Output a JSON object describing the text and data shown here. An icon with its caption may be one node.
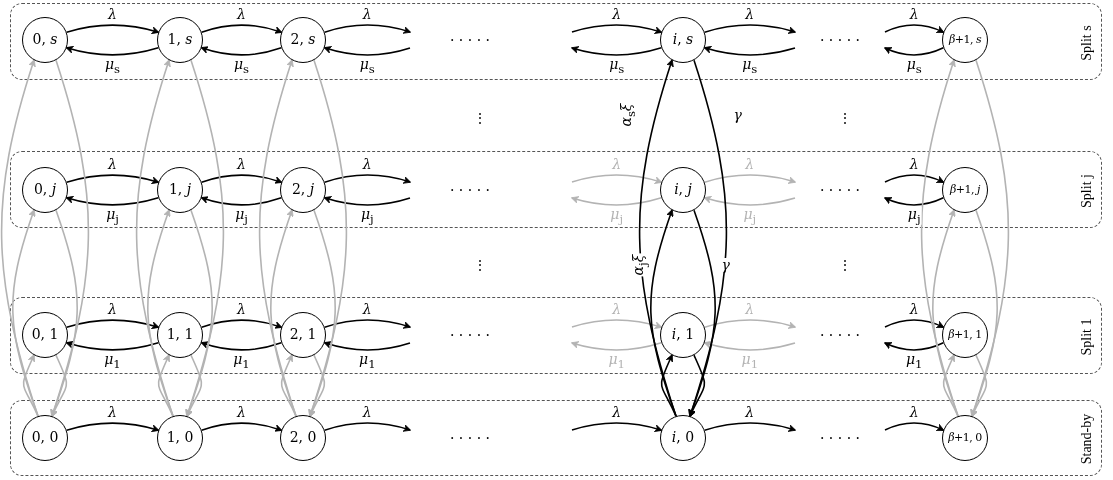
{
  "diagram": {
    "nodes": [
      {
        "text": [
          "Split s"
        ]
      },
      {
        "text": [
          "Split j"
        ]
      },
      {
        "text": [
          "Split 1"
        ]
      },
      {
        "text": [
          "Stand-by"
        ]
      },
      {
        "text": [
          "0, *s*"
        ],
        "in": 0
      },
      {
        "text": [
          "1, *s*"
        ],
        "in": 0
      },
      {
        "text": [
          "2, *s*"
        ],
        "in": 0
      },
      {
        "text": [
          "*i*, *s*"
        ],
        "in": 0
      },
      {
        "text": [
          "*β*+1, *s*"
        ],
        "in": 0
      },
      {
        "text": [
          "0, *j*"
        ],
        "in": 1
      },
      {
        "text": [
          "1, *j*"
        ],
        "in": 1
      },
      {
        "text": [
          "2, *j*"
        ],
        "in": 1
      },
      {
        "text": [
          "*i*, *j*"
        ],
        "in": 1
      },
      {
        "text": [
          "*β*+1, *j*"
        ],
        "in": 1
      },
      {
        "text": [
          "0, 1"
        ],
        "in": 2
      },
      {
        "text": [
          "1, 1"
        ],
        "in": 2
      },
      {
        "text": [
          "2, 1"
        ],
        "in": 2
      },
      {
        "text": [
          "*i*, 1"
        ],
        "in": 2
      },
      {
        "text": [
          "*β*+1, 1"
        ],
        "in": 2
      },
      {
        "text": [
          "0, 0"
        ],
        "in": 3
      },
      {
        "text": [
          "1, 0"
        ],
        "in": 3
      },
      {
        "text": [
          "2, 0"
        ],
        "in": 3
      },
      {
        "text": [
          "*i*, 0"
        ],
        "in": 3
      },
      {
        "text": [
          "*β*+1, 0"
        ],
        "in": 3
      }
    ],
    "edges": [
      {
        "from": 4,
        "to": 5,
        "arrow": "to",
        "label": "*λ*"
      },
      {
        "from": 5,
        "to": 4,
        "arrow": "to",
        "label": "*μ*$_{s}$"
      },
      {
        "from": 5,
        "to": 6,
        "arrow": "to",
        "label": "*λ*"
      },
      {
        "from": 6,
        "to": 5,
        "arrow": "to",
        "label": "*μ*$_{s}$"
      },
      {
        "from": 6,
        "to": null,
        "arrow": "to",
        "label": "*λ*"
      },
      {
        "from": null,
        "to": 6,
        "arrow": "to",
        "label": "*μ*$_{s}$"
      },
      {
        "from": null,
        "to": 7,
        "arrow": "to",
        "label": "*λ*"
      },
      {
        "from": 7,
        "to": null,
        "arrow": "to",
        "label": "*μ*$_{s}$"
      },
      {
        "from": 7,
        "to": null,
        "arrow": "to",
        "label": "*λ*"
      },
      {
        "from": null,
        "to": 7,
        "arrow": "to",
        "label": "*μ*$_{s}$"
      },
      {
        "from": null,
        "to": 8,
        "arrow": "to",
        "label": "*λ*"
      },
      {
        "from": 8,
        "to": null,
        "arrow": "to",
        "label": "*μ*$_{s}$"
      },
      {
        "from": 9,
        "to": 10,
        "arrow": "to",
        "label": "*λ*"
      },
      {
        "from": 10,
        "to": 9,
        "arrow": "to",
        "label": "*μ*$_{j}$"
      },
      {
        "from": 10,
        "to": 11,
        "arrow": "to",
        "label": "*λ*"
      },
      {
        "from": 11,
        "to": 10,
        "arrow": "to",
        "label": "*μ*$_{j}$"
      },
      {
        "from": 11,
        "to": null,
        "arrow": "to",
        "label": "*λ*"
      },
      {
        "from": null,
        "to": 11,
        "arrow": "to",
        "label": "*μ*$_{j}$"
      },
      {
        "from": null,
        "to": 12,
        "arrow": "to",
        "label": "*λ*",
        "color": "#b3b3b3"
      },
      {
        "from": 12,
        "to": null,
        "arrow": "to",
        "label": "*μ*$_{j}$",
        "color": "#b3b3b3"
      },
      {
        "from": 12,
        "to": null,
        "arrow": "to",
        "label": "*λ*",
        "color": "#b3b3b3"
      },
      {
        "from": null,
        "to": 12,
        "arrow": "to",
        "label": "*μ*$_{j}$",
        "color": "#b3b3b3"
      },
      {
        "from": null,
        "to": 13,
        "arrow": "to",
        "label": "*λ*"
      },
      {
        "from": 13,
        "to": null,
        "arrow": "to",
        "label": "*μ*$_{j}$"
      },
      {
        "from": 14,
        "to": 15,
        "arrow": "to",
        "label": "*λ*"
      },
      {
        "from": 15,
        "to": 14,
        "arrow": "to",
        "label": "*μ*$_{1}$"
      },
      {
        "from": 15,
        "to": 16,
        "arrow": "to",
        "label": "*λ*"
      },
      {
        "from": 16,
        "to": 15,
        "arrow": "to",
        "label": "*μ*$_{1}$"
      },
      {
        "from": 16,
        "to": null,
        "arrow": "to",
        "label": "*λ*"
      },
      {
        "from": null,
        "to": 16,
        "arrow": "to",
        "label": "*μ*$_{1}$"
      },
      {
        "from": null,
        "to": 17,
        "arrow": "to",
        "label": "*λ*",
        "color": "#b3b3b3"
      },
      {
        "from": 17,
        "to": null,
        "arrow": "to",
        "label": "*μ*$_{1}$",
        "color": "#b3b3b3"
      },
      {
        "from": 17,
        "to": null,
        "arrow": "to",
        "label": "*λ*",
        "color": "#b3b3b3"
      },
      {
        "from": null,
        "to": 17,
        "arrow": "to",
        "label": "*μ*$_{1}$",
        "color": "#b3b3b3"
      },
      {
        "from": null,
        "to": 18,
        "arrow": "to",
        "label": "*λ*"
      },
      {
        "from": 18,
        "to": null,
        "arrow": "to",
        "label": "*μ*$_{1}$"
      },
      {
        "from": 19,
        "to": 20,
        "arrow": "to",
        "label": "*λ*"
      },
      {
        "from": 20,
        "to": 21,
        "arrow": "to",
        "label": "*λ*"
      },
      {
        "from": 21,
        "to": null,
        "arrow": "to",
        "label": "*λ*"
      },
      {
        "from": null,
        "to": 22,
        "arrow": "to",
        "label": "*λ*"
      },
      {
        "from": 22,
        "to": null,
        "arrow": "to",
        "label": "*λ*"
      },
      {
        "from": null,
        "to": 23,
        "arrow": "to",
        "label": "*λ*"
      },
      {
        "from": 19,
        "to": 4,
        "arrow": "to",
        "color": "#b3b3b3"
      },
      {
        "from": 4,
        "to": 19,
        "arrow": "to",
        "color": "#b3b3b3"
      },
      {
        "from": 19,
        "to": 9,
        "arrow": "to",
        "color": "#b3b3b3"
      },
      {
        "from": 9,
        "to": 19,
        "arrow": "to",
        "color": "#b3b3b3"
      },
      {
        "from": 19,
        "to": 14,
        "arrow": "to",
        "color": "#b3b3b3"
      },
      {
        "from": 14,
        "to": 19,
        "arrow": "to",
        "color": "#b3b3b3"
      },
      {
        "from": 20,
        "to": 5,
        "arrow": "to",
        "color": "#b3b3b3"
      },
      {
        "from": 5,
        "to": 20,
        "arrow": "to",
        "color": "#b3b3b3"
      },
      {
        "from": 20,
        "to": 10,
        "arrow": "to",
        "color": "#b3b3b3"
      },
      {
        "from": 10,
        "to": 20,
        "arrow": "to",
        "color": "#b3b3b3"
      },
      {
        "from": 20,
        "to": 15,
        "arrow": "to",
        "color": "#b3b3b3"
      },
      {
        "from": 15,
        "to": 20,
        "arrow": "to",
        "color": "#b3b3b3"
      },
      {
        "from": 21,
        "to": 6,
        "arrow": "to",
        "color": "#b3b3b3"
      },
      {
        "from": 6,
        "to": 21,
        "arrow": "to",
        "color": "#b3b3b3"
      },
      {
        "from": 21,
        "to": 11,
        "arrow": "to",
        "color": "#b3b3b3"
      },
      {
        "from": 11,
        "to": 21,
        "arrow": "to",
        "color": "#b3b3b3"
      },
      {
        "from": 21,
        "to": 16,
        "arrow": "to",
        "color": "#b3b3b3"
      },
      {
        "from": 16,
        "to": 21,
        "arrow": "to",
        "color": "#b3b3b3"
      },
      {
        "from": 22,
        "to": 7,
        "arrow": "to",
        "label": "*α*$_{s}$*ξ*"
      },
      {
        "from": 7,
        "to": 22,
        "arrow": "to",
        "label": "*γ*"
      },
      {
        "from": 22,
        "to": 12,
        "arrow": "to",
        "label": "*α*$_{j}$*ξ*"
      },
      {
        "from": 12,
        "to": 22,
        "arrow": "to",
        "label": "*γ*"
      },
      {
        "from": 22,
        "to": 17,
        "arrow": "to"
      },
      {
        "from": 17,
        "to": 22,
        "arrow": "to"
      },
      {
        "from": 23,
        "to": 8,
        "arrow": "to",
        "color": "#b3b3b3"
      },
      {
        "from": 8,
        "to": 23,
        "arrow": "to",
        "color": "#b3b3b3"
      },
      {
        "from": 23,
        "to": 13,
        "arrow": "to",
        "color": "#b3b3b3"
      },
      {
        "from": 13,
        "to": 23,
        "arrow": "to",
        "color": "#b3b3b3"
      },
      {
        "from": 23,
        "to": 18,
        "arrow": "to",
        "color": "#b3b3b3"
      },
      {
        "from": 18,
        "to": 23,
        "arrow": "to",
        "color": "#b3b3b3"
      }
    ],
    "labels": [
      "· · · · ·",
      "· · · · ·",
      "⋮",
      "⋮",
      "· · · · ·",
      "· · · · ·",
      "⋮",
      "⋮",
      "· · · · ·",
      "· · · · ·",
      "· · · · ·",
      "· · · · ·"
    ]
  }
}
